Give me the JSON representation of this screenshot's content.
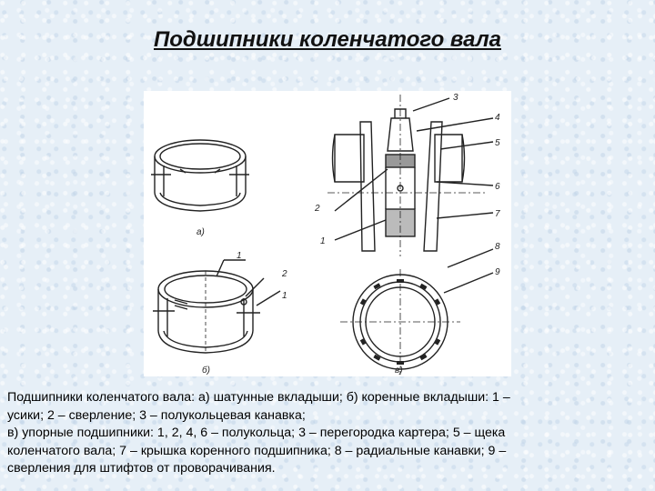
{
  "slide": {
    "title": "Подшипники коленчатого вала"
  },
  "figure": {
    "labels": {
      "a": "а)",
      "b": "б)",
      "v": "в)",
      "n1_b": "1",
      "n2_b": "2",
      "n1_b2": "1",
      "n1_v": "1",
      "n2_v": "2",
      "n3": "3",
      "n4": "4",
      "n5": "5",
      "n6": "6",
      "n7": "7",
      "n8": "8",
      "n9": "9"
    }
  },
  "caption": {
    "line1": "Подшипники коленчатого вала: а) шатунные вкладыши; б) коренные вкладыши: 1 –",
    "line2": "усики; 2 – сверление; 3 – полукольцевая канавка;",
    "line3": " в) упорные подшипники: 1, 2, 4, 6 – полукольца; 3 – перегородка картера; 5 – щека",
    "line4": "коленчатого вала; 7 – крышка коренного подшипника; 8 – радиальные канавки; 9 –",
    "line5": "сверления для штифтов от проворачивания."
  }
}
